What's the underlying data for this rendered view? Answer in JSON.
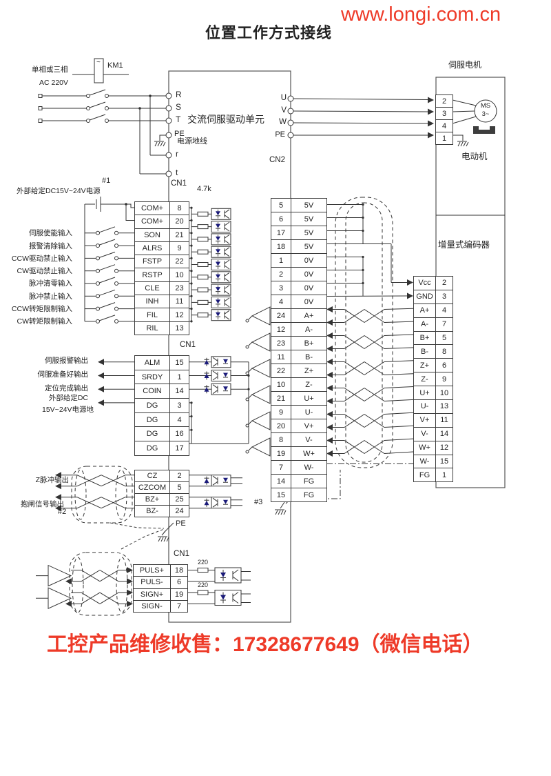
{
  "colors": {
    "accent_red": "#ee3a28",
    "line": "#333333",
    "led_blue": "#1b1b7a"
  },
  "header": {
    "title": "位置工作方式接线",
    "website": "www.longi.com.cn"
  },
  "footer": {
    "contact": "工控产品维修收售：17328677649（微信电话）"
  },
  "power": {
    "phase_label": "单相或三相",
    "voltage_label": "AC 220V",
    "contactor_label": "KM1",
    "contactor_symbol": "~",
    "terminals": [
      "R",
      "S",
      "T",
      "PE",
      "r",
      "t"
    ],
    "ground_wire_label": "电源地线"
  },
  "drive": {
    "name": "交流伺服驱动单元",
    "output_terminals": [
      "U",
      "V",
      "W",
      "PE"
    ],
    "cn2_label": "CN2"
  },
  "motor": {
    "title": "伺服电机",
    "name": "电动机",
    "symbol_top": "MS",
    "symbol_bottom": "3~",
    "pins": [
      "2",
      "3",
      "4",
      "1"
    ],
    "encoder_label": "增量式编码器"
  },
  "cn1_input": {
    "cn_label": "CN1",
    "note": "#1",
    "supply_label": "外部给定DC15V~24V电源",
    "resistor_label": "4.7k",
    "rows": [
      [
        "COM+",
        "8"
      ],
      [
        "COM+",
        "20"
      ],
      [
        "SON",
        "21"
      ],
      [
        "ALRS",
        "9"
      ],
      [
        "FSTP",
        "22"
      ],
      [
        "RSTP",
        "10"
      ],
      [
        "CLE",
        "23"
      ],
      [
        "INH",
        "11"
      ],
      [
        "FIL",
        "12"
      ],
      [
        "RIL",
        "13"
      ]
    ],
    "signal_labels": [
      "伺服使能输入",
      "报警清除输入",
      "CCW驱动禁止输入",
      "CW驱动禁止输入",
      "脉冲清零输入",
      "脉冲禁止输入",
      "CCW转矩限制输入",
      "CW转矩限制输入"
    ]
  },
  "cn1_output": {
    "cn_label": "CN1",
    "rows": [
      [
        "ALM",
        "15"
      ],
      [
        "SRDY",
        "1"
      ],
      [
        "COIN",
        "14"
      ],
      [
        "DG",
        "3"
      ],
      [
        "DG",
        "4"
      ],
      [
        "DG",
        "16"
      ],
      [
        "DG",
        "17"
      ]
    ],
    "labels": [
      "伺服报警输出",
      "伺服准备好输出",
      "定位完成输出",
      "外部给定DC",
      "15V~24V电源地"
    ]
  },
  "cz_section": {
    "rows": [
      [
        "CZ",
        "2"
      ],
      [
        "CZCOM",
        "5"
      ],
      [
        "BZ+",
        "25"
      ],
      [
        "BZ-",
        "24"
      ]
    ],
    "z_pulse_label": "Z脉冲输出",
    "brake_label": "抱闸信号输出",
    "note": "#2",
    "pe_label": "PE"
  },
  "puls_section": {
    "cn_label": "CN1",
    "rows": [
      [
        "PULS+",
        "18"
      ],
      [
        "PULS-",
        "6"
      ],
      [
        "SIGN+",
        "19"
      ],
      [
        "SIGN-",
        "7"
      ]
    ],
    "resistor_label": "220"
  },
  "cn2_section": {
    "label": "CN2",
    "pe_label": "PE",
    "note": "#3",
    "rows": [
      [
        "5",
        "5V"
      ],
      [
        "6",
        "5V"
      ],
      [
        "17",
        "5V"
      ],
      [
        "18",
        "5V"
      ],
      [
        "1",
        "0V"
      ],
      [
        "2",
        "0V"
      ],
      [
        "3",
        "0V"
      ],
      [
        "4",
        "0V"
      ],
      [
        "24",
        "A+"
      ],
      [
        "12",
        "A-"
      ],
      [
        "23",
        "B+"
      ],
      [
        "11",
        "B-"
      ],
      [
        "22",
        "Z+"
      ],
      [
        "10",
        "Z-"
      ],
      [
        "21",
        "U+"
      ],
      [
        "9",
        "U-"
      ],
      [
        "20",
        "V+"
      ],
      [
        "8",
        "V-"
      ],
      [
        "19",
        "W+"
      ],
      [
        "7",
        "W-"
      ],
      [
        "14",
        "FG"
      ],
      [
        "15",
        "FG"
      ]
    ]
  },
  "encoder_connector": {
    "rows": [
      [
        "Vcc",
        "2"
      ],
      [
        "GND",
        "3"
      ],
      [
        "A+",
        "4"
      ],
      [
        "A-",
        "7"
      ],
      [
        "B+",
        "5"
      ],
      [
        "B-",
        "8"
      ],
      [
        "Z+",
        "6"
      ],
      [
        "Z-",
        "9"
      ],
      [
        "U+",
        "10"
      ],
      [
        "U-",
        "13"
      ],
      [
        "V+",
        "11"
      ],
      [
        "V-",
        "14"
      ],
      [
        "W+",
        "12"
      ],
      [
        "W-",
        "15"
      ],
      [
        "FG",
        "1"
      ]
    ]
  }
}
